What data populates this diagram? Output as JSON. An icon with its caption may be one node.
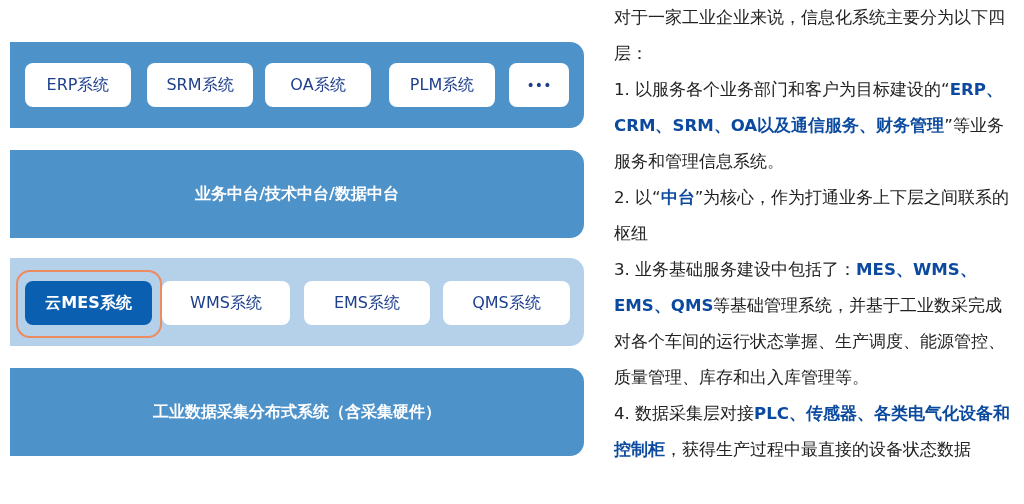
{
  "diagram": {
    "nodes": [
      {
        "text": [],
        "shape": "box"
      },
      {
        "text": [
          "ERP系统"
        ],
        "in": 0
      },
      {
        "text": [
          "SRM系统"
        ],
        "in": 0
      },
      {
        "text": [
          "OA系统"
        ],
        "in": 0
      },
      {
        "text": [
          "PLM系统"
        ],
        "in": 0
      },
      {
        "text": [
          "•••"
        ],
        "in": 0
      },
      {
        "text": [
          "业务中台/技术中台/数据中台"
        ]
      },
      {
        "text": [],
        "shape": "box"
      },
      {
        "text": [
          "云MES系统"
        ],
        "in": 7
      },
      {
        "text": [
          "WMS系统"
        ],
        "in": 7
      },
      {
        "text": [
          "EMS系统"
        ],
        "in": 7
      },
      {
        "text": [
          "QMS系统"
        ],
        "in": 7
      },
      {
        "text": [
          "工业数据采集分布式系统（含采集硬件）"
        ]
      }
    ],
    "edges": [],
    "labels": [
      "对于一家工业企业来说，信息化系统主要分为以下四层：",
      "1. 以服务各个业务部门和客户为目标建设的“**ERP、CRM、SRM、OA以及通信服务、财务管理**”等业务服务和管理信息系统。",
      "2. 以“**中台**”为核心，作为打通业务上下层之间联系的枢纽",
      "3. 业务基础服务建设中包括了：**MES、WMS、EMS、QMS**等基础管理系统，并基于工业数采完成对各个车间的运行状态掌握、生产调度、能源管控、质量管理、库存和出入库管理等。",
      "4. 数据采集层对接**PLC、传感器、各类电气化设备和控制柜**，获得生产过程中最直接的设备状态数据"
    ]
  }
}
